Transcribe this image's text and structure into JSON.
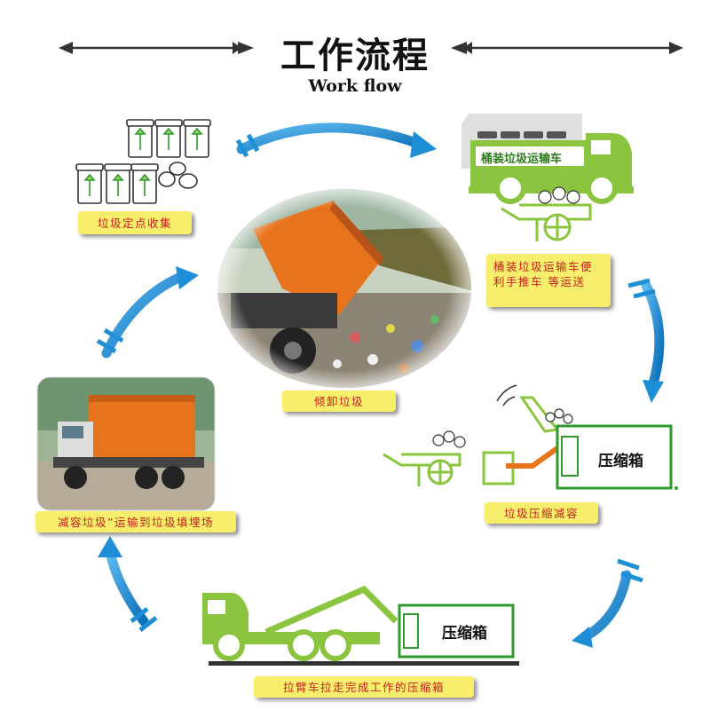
{
  "header": {
    "title_cn": "工作流程",
    "title_en": "Work flow"
  },
  "steps": [
    {
      "label": "垃圾定点收集"
    },
    {
      "label": "桶装垃圾运输车便利手推车 等运送"
    },
    {
      "label": "垃圾压缩减容"
    },
    {
      "label": "拉臂车拉走完成工作的压缩箱"
    },
    {
      "label": "减容垃圾”运输到垃圾填埋场"
    },
    {
      "label": "倾卸垃圾"
    }
  ],
  "truck_sign": "桶装垃圾运输车",
  "compressor_sign_1": "压缩箱",
  "compressor_sign_2": "压缩箱",
  "colors": {
    "label_bg": "#f7ee6b",
    "label_text": "#c81e1e",
    "truck_green": "#8bc53f",
    "box_green": "#2e9a2e",
    "arrow_blue": "#1e8fd6",
    "orange": "#e8731d"
  }
}
